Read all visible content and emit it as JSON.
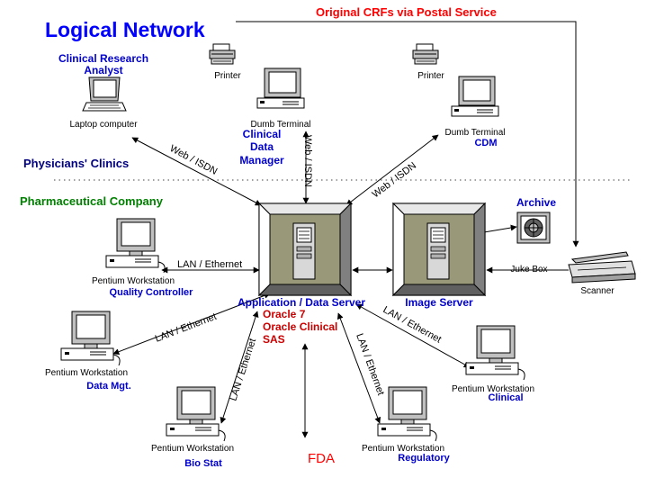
{
  "title": "Logical Network",
  "top_note": "Original CRFs via Postal Service",
  "zones": {
    "clinics": "Physicians' Clinics",
    "pharma": "Pharmaceutical Company"
  },
  "devices": {
    "laptop": {
      "caption": "Laptop computer",
      "role_line1": "Clinical Research",
      "role_line2": "Analyst"
    },
    "printer_left": {
      "caption": "Printer"
    },
    "printer_right": {
      "caption": "Printer"
    },
    "terminal_left": {
      "caption": "Dumb Terminal",
      "role_line1": "Clinical",
      "role_line2": "Data",
      "role_line3": "Manager"
    },
    "terminal_right": {
      "caption": "Dumb Terminal",
      "role": "CDM"
    },
    "archive": {
      "label": "Archive",
      "caption": "Juke Box"
    },
    "scanner": {
      "caption": "Scanner"
    },
    "app_server": {
      "caption": "Application / Data Server",
      "software": [
        "Oracle 7",
        "Oracle Clinical",
        "SAS"
      ]
    },
    "image_server": {
      "caption": "Image Server"
    },
    "ws_qc": {
      "caption": "Pentium Workstation",
      "role": "Quality Controller"
    },
    "ws_dm": {
      "caption": "Pentium Workstation",
      "role": "Data Mgt."
    },
    "ws_bio": {
      "caption": "Pentium Workstation",
      "role": "Bio Stat"
    },
    "ws_reg": {
      "caption": "Pentium Workstation",
      "role": "Regulatory"
    },
    "ws_clin": {
      "caption": "Pentium Workstation",
      "role": "Clinical"
    }
  },
  "links": {
    "web_isdn_left": "Web / ISDN",
    "web_isdn_center": "Web / ISDN",
    "web_isdn_right": "Web / ISDN",
    "lan_qc": "LAN / Ethernet",
    "lan_dm": "LAN / Ethernet",
    "lan_bio": "LAN / Ethernet",
    "lan_reg": "LAN / Ethernet",
    "lan_clin": "LAN / Ethernet"
  },
  "fda": "FDA",
  "colors": {
    "title": "#0000ff",
    "red": "#ff0000",
    "blue": "#0000cc",
    "navy": "#000080",
    "green": "#008000",
    "server_face": "#99997a"
  },
  "icons": [
    "laptop-icon",
    "printer-icon",
    "terminal-icon",
    "server-icon",
    "juke-box-icon",
    "scanner-icon",
    "workstation-icon"
  ]
}
